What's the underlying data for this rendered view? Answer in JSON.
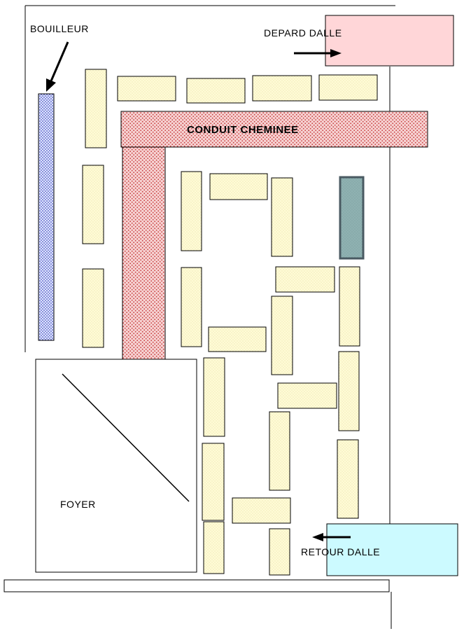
{
  "labels": {
    "bouilleur": "BOUILLEUR",
    "depard_dalle": "DEPARD DALLE",
    "conduit_cheminee": "CONDUIT CHEMINEE",
    "foyer": "FOYER",
    "retour_dalle": "RETOUR DALLE"
  },
  "colors": {
    "block_fill": "#fffbd6",
    "conduit_fill": "#f8d8d8",
    "conduit_dot": "#c84040",
    "bouilleur_fill": "#dde6ff",
    "bouilleur_dot": "#2a2ab0",
    "depard_fill": "#ffd6d8",
    "retour_fill": "#ccfaff",
    "teal_fill": "#8fb1b1",
    "teal_stroke": "#4a5a62"
  }
}
